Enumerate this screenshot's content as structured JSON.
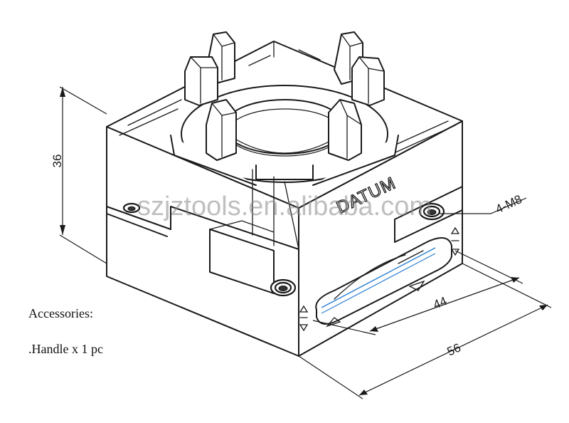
{
  "dimensions": {
    "height": "36",
    "slot_length": "44",
    "width": "56",
    "thread": "4-M8"
  },
  "labels": {
    "datum": "DATUM",
    "watermark": "szjztools.en.alibaba.com"
  },
  "accessories": {
    "title": "Accessories:",
    "item": ".Handle x 1 pc"
  },
  "colors": {
    "line": "#1a1a1a",
    "watermark": "#8a8a8a",
    "slot_highlight": "#2a7fd4"
  }
}
